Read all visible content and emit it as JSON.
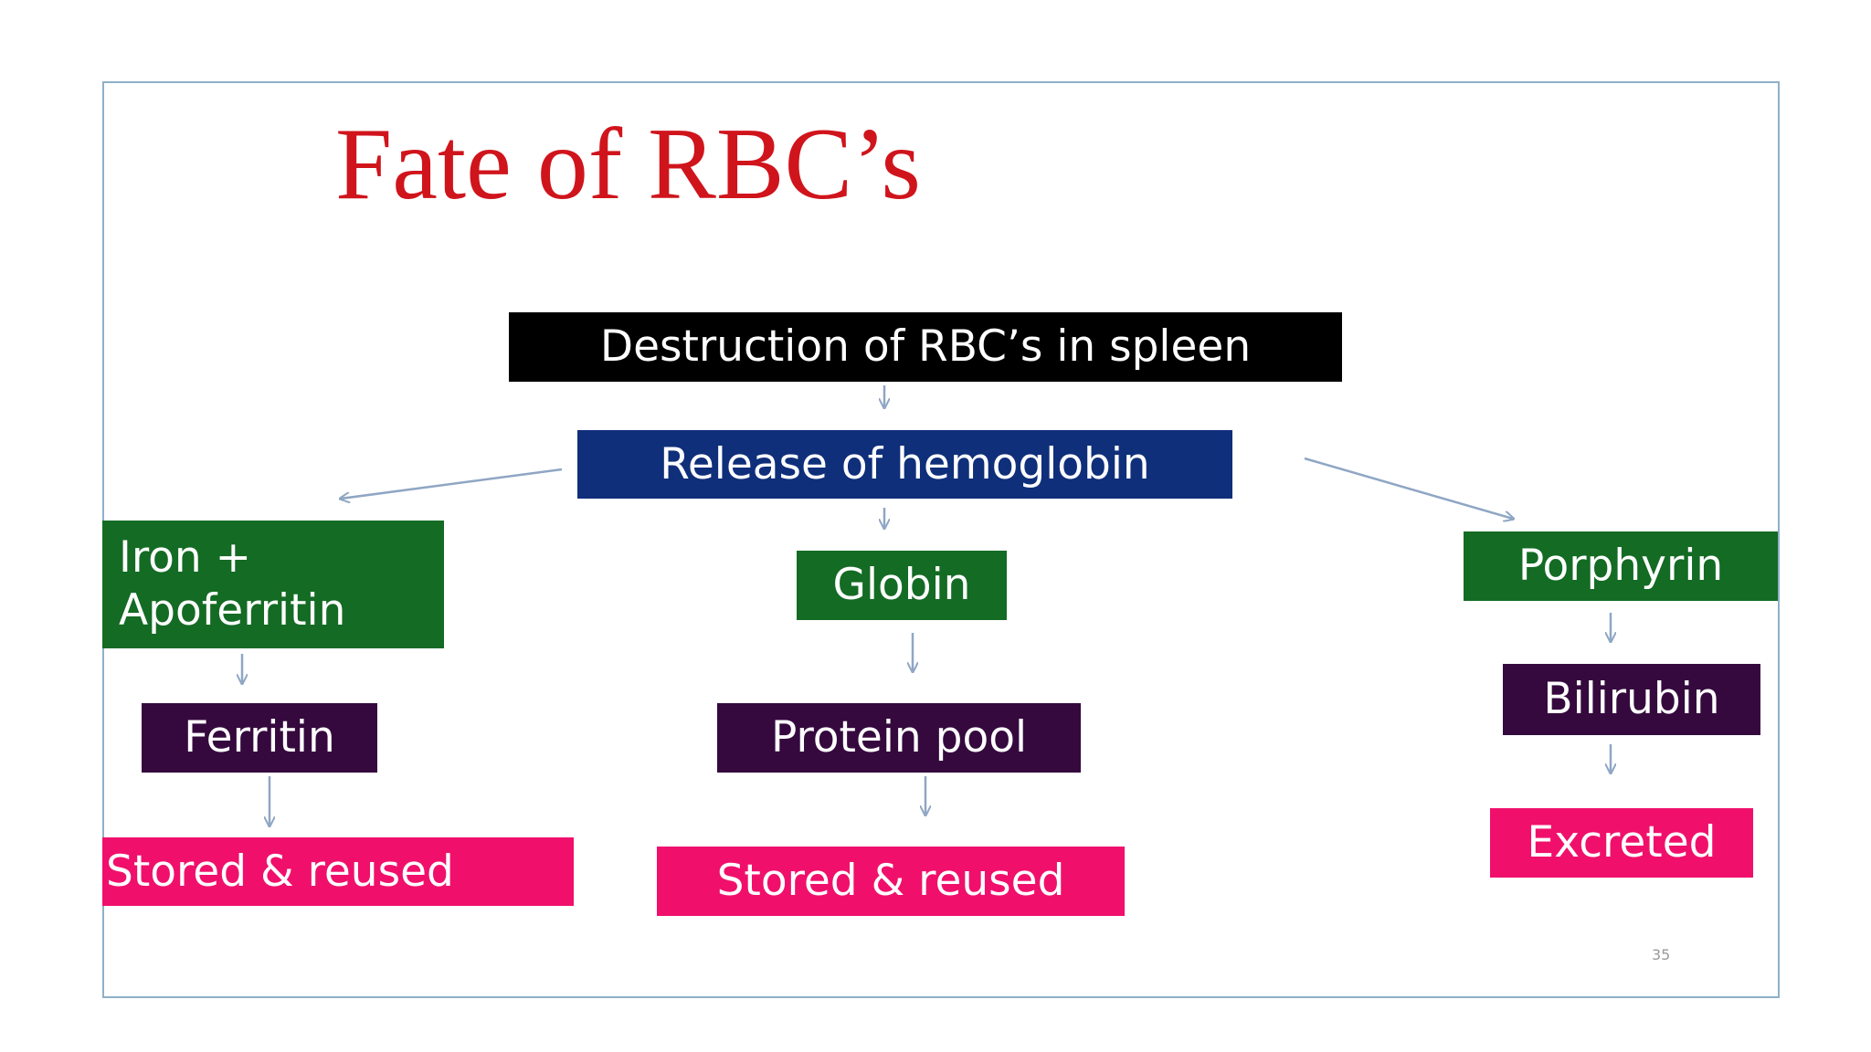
{
  "title": "Fate of RBC’s",
  "nodes": {
    "destruction": "Destruction of RBC’s in spleen",
    "release": "Release of hemoglobin",
    "iron_line1": "Iron +",
    "iron_line2": "Apoferritin",
    "globin": "Globin",
    "porphyrin": "Porphyrin",
    "ferritin": "Ferritin",
    "protein_pool": "Protein pool",
    "bilirubin": "Bilirubin",
    "stored_left": "Stored & reused",
    "stored_mid": "Stored & reused",
    "excreted": "Excreted"
  },
  "page_number": "35",
  "colors": {
    "title": "#d0141c",
    "black_box": "#000000",
    "navy_box": "#0f2f7a",
    "green_box": "#146b24",
    "plum_box": "#35093e",
    "pink_box": "#f0106c",
    "arrow": "#8fa6c4"
  }
}
